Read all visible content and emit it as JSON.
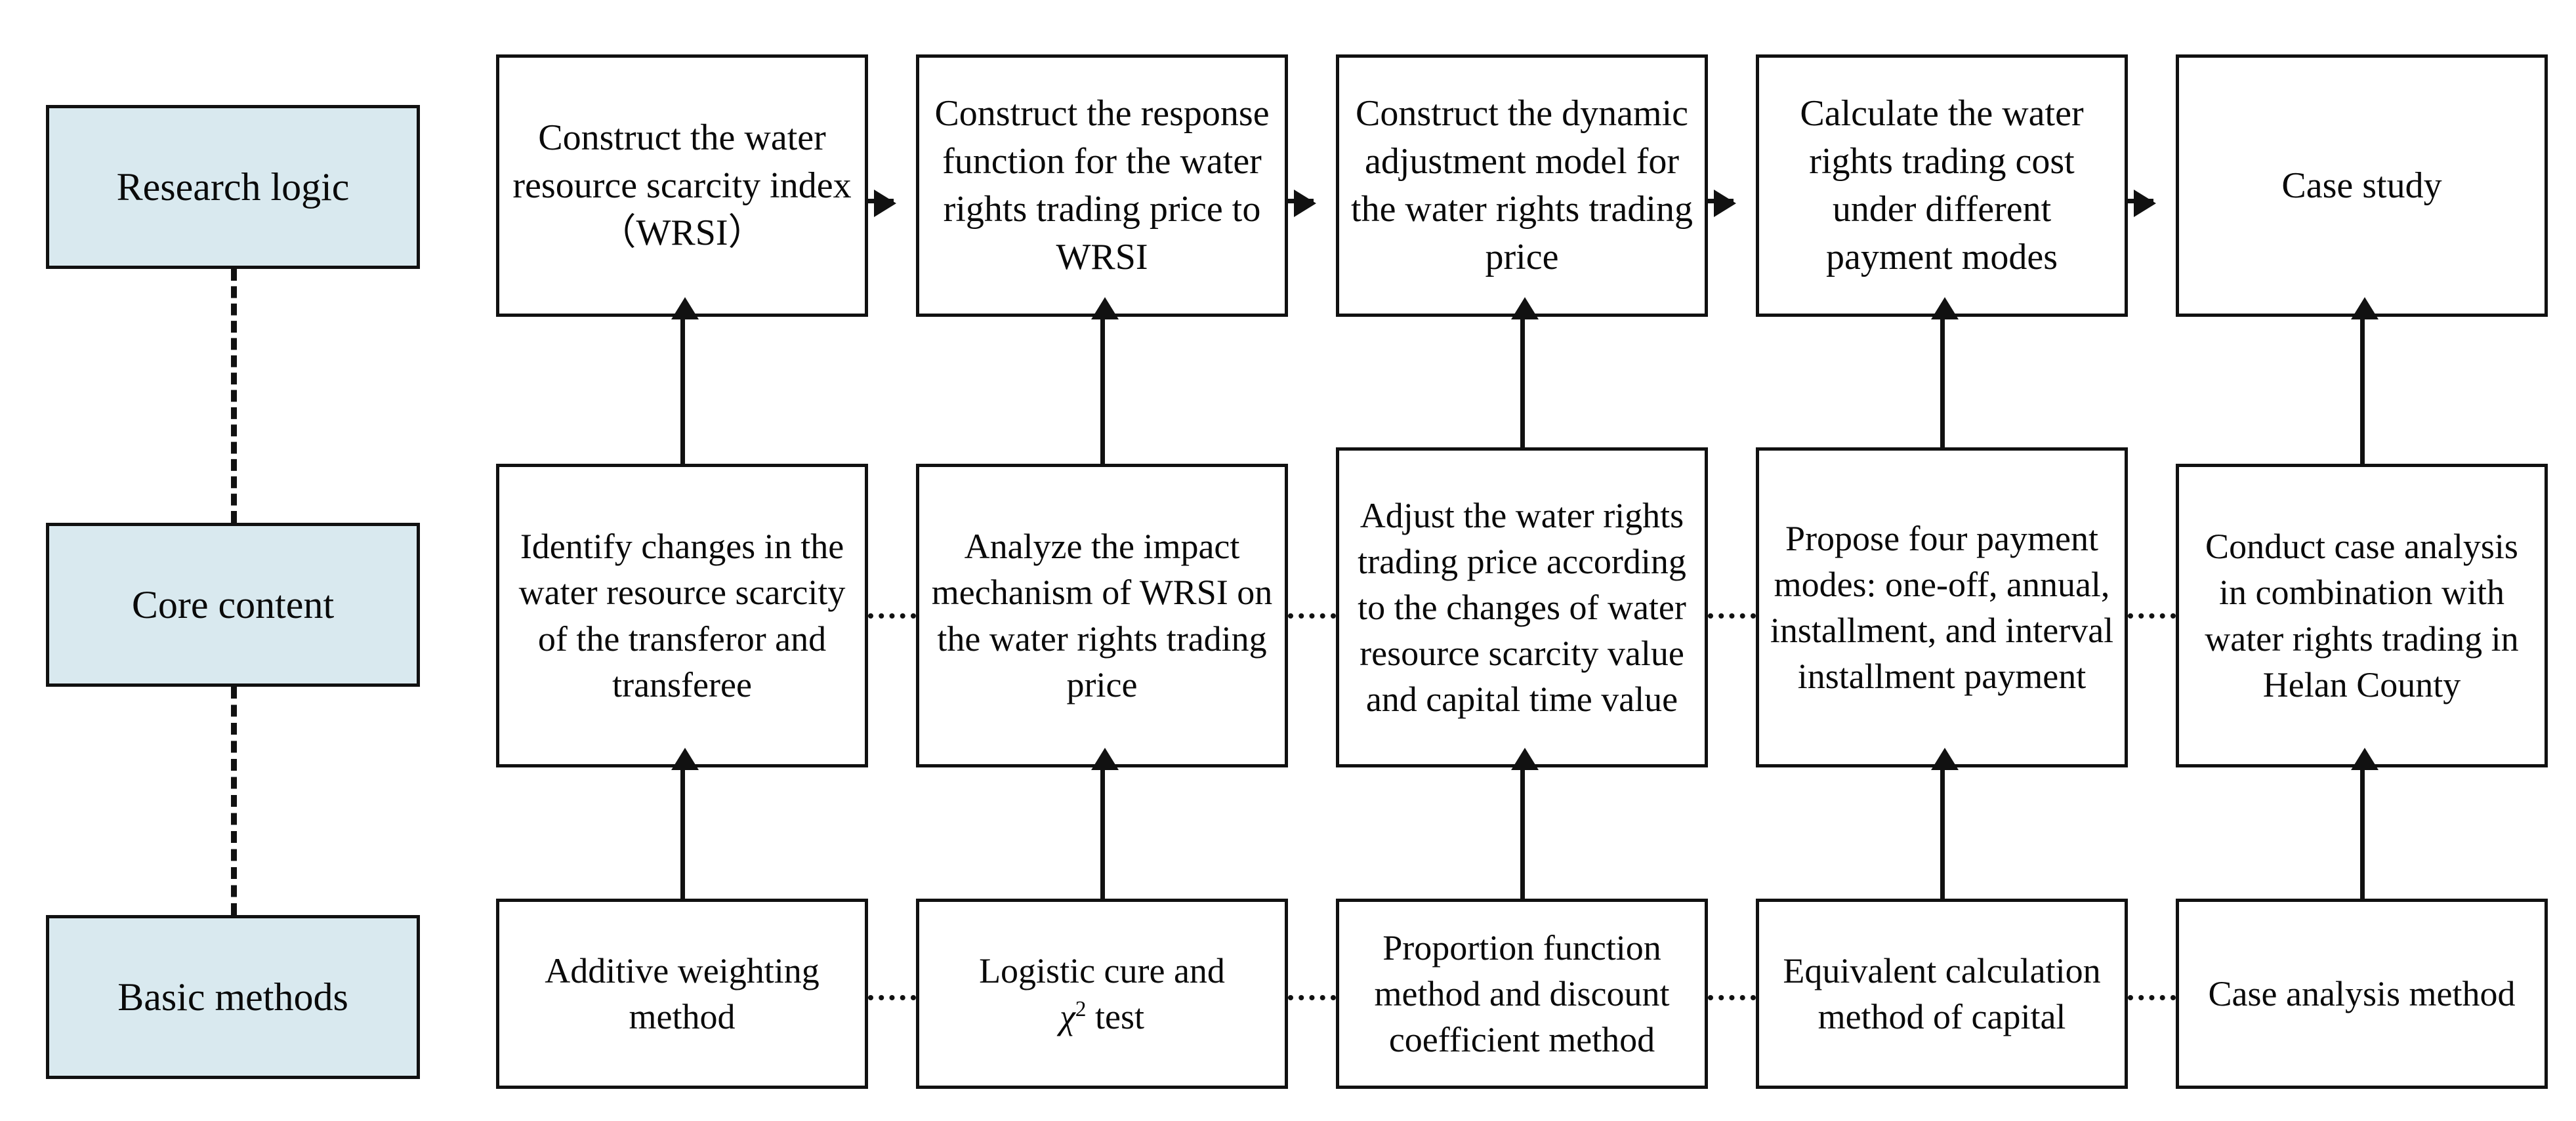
{
  "diagram": {
    "title": "Research framework flowchart",
    "accent_color": "#d9e9ef",
    "line_color": "#111111",
    "categories": [
      {
        "label": "Research logic"
      },
      {
        "label": "Core content"
      },
      {
        "label": "Basic methods"
      }
    ],
    "rows": {
      "research_logic": {
        "connector": "solid-arrow-right",
        "boxes": [
          {
            "text": "Construct the water resource scarcity index（WRSI）"
          },
          {
            "text": "Construct the response function for the  water rights trading price to WRSI"
          },
          {
            "text": "Construct the dynamic adjustment model for the water rights trading price"
          },
          {
            "text": "Calculate the water rights trading cost under different payment modes"
          },
          {
            "text": "Case study"
          }
        ]
      },
      "core_content": {
        "connector": "dotted-line",
        "boxes": [
          {
            "text": "Identify changes in the water resource scarcity of the transferor and transferee"
          },
          {
            "text": "Analyze the impact mechanism of WRSI on the water rights trading price"
          },
          {
            "text": "Adjust the water rights trading price according to the changes of water resource scarcity value and capital time value"
          },
          {
            "text": "Propose  four payment modes: one-off, annual, installment, and interval installment payment"
          },
          {
            "text": "Conduct case analysis in combination with water rights trading in Helan County"
          }
        ]
      },
      "basic_methods": {
        "connector": "dotted-line",
        "boxes": [
          {
            "text": "Additive weighting method"
          },
          {
            "text_prefix": "Logistic cure and",
            "symbol": "χ",
            "symbol_exponent": "2",
            "text_suffix": " test"
          },
          {
            "text": "Proportion function method and discount coefficient method"
          },
          {
            "text": "Equivalent calculation method of capital"
          },
          {
            "text": "Case analysis method"
          }
        ]
      }
    }
  }
}
